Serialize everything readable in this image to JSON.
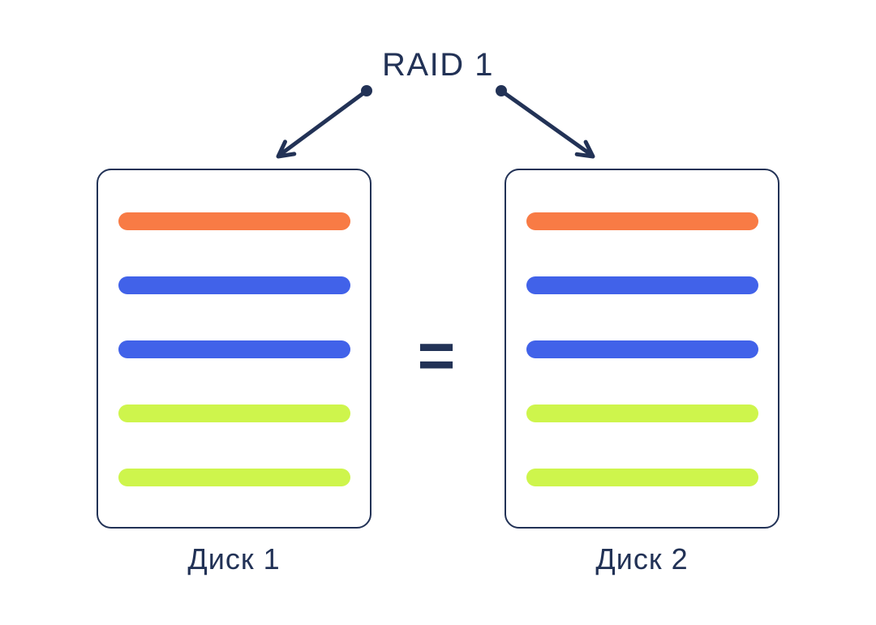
{
  "diagram": {
    "title": "RAID 1",
    "equals_sign": "=",
    "disks": [
      {
        "label": "Диск 1",
        "blocks": [
          "orange",
          "blue",
          "blue",
          "green",
          "green"
        ]
      },
      {
        "label": "Диск 2",
        "blocks": [
          "orange",
          "blue",
          "blue",
          "green",
          "green"
        ]
      }
    ]
  },
  "icons": {
    "left_connector": "arrow-down-left-icon",
    "right_connector": "arrow-down-right-icon"
  },
  "colors": {
    "navy": "#223256",
    "orange": "#F87B45",
    "blue": "#4162E9",
    "green": "#CEF54C",
    "background": "#FFFFFF"
  }
}
